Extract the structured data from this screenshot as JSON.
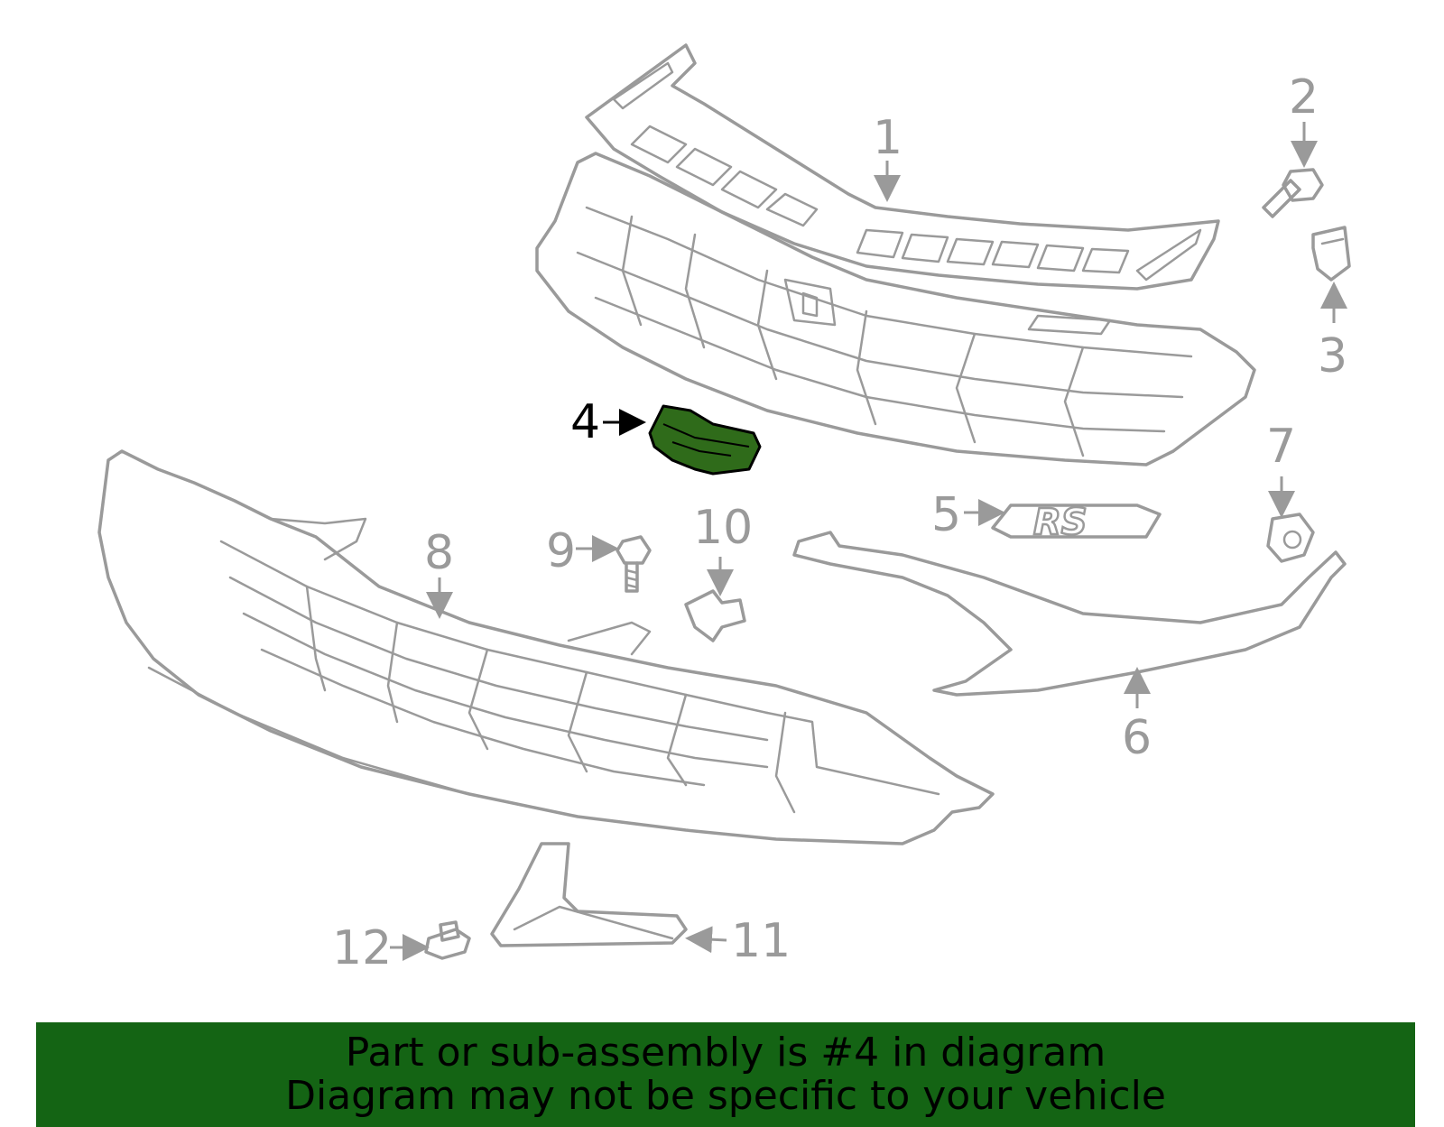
{
  "diagram": {
    "highlight_color": "#2f6b1a",
    "callouts": [
      "1",
      "2",
      "3",
      "4",
      "5",
      "6",
      "7",
      "8",
      "9",
      "10",
      "11",
      "12"
    ],
    "highlighted_part": "4",
    "badge_text": "RS"
  },
  "banner": {
    "background": "#146414",
    "line1": "Part or sub-assembly is #4 in diagram",
    "line2": "Diagram may not be specific to your vehicle"
  }
}
